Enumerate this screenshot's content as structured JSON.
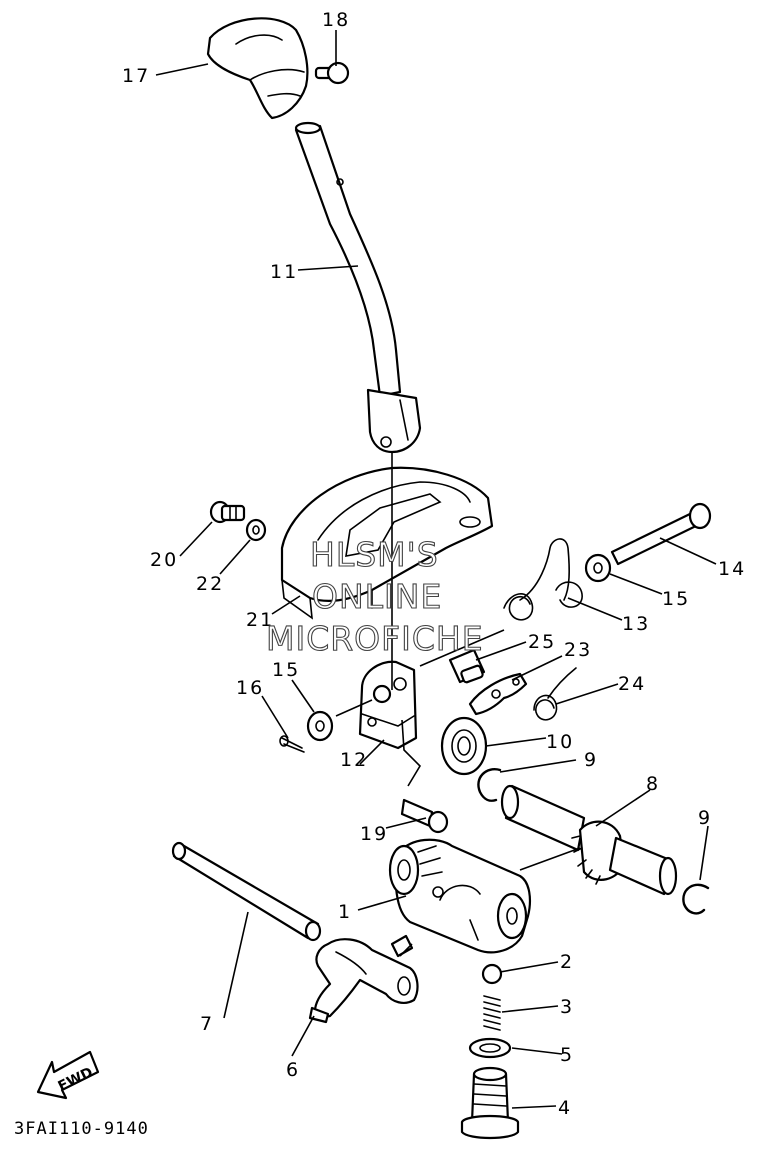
{
  "diagram": {
    "callouts": [
      "17",
      "18",
      "11",
      "20",
      "22",
      "21",
      "14",
      "15",
      "13",
      "25",
      "23",
      "24",
      "16",
      "15",
      "12",
      "10",
      "9",
      "8",
      "19",
      "9",
      "1",
      "2",
      "3",
      "7",
      "5",
      "6",
      "4"
    ],
    "watermark": [
      "HLSM'S",
      "ONLINE",
      "MICROFICHE"
    ],
    "part_code": "3FAI110-9140",
    "direction_label": "FWD"
  }
}
